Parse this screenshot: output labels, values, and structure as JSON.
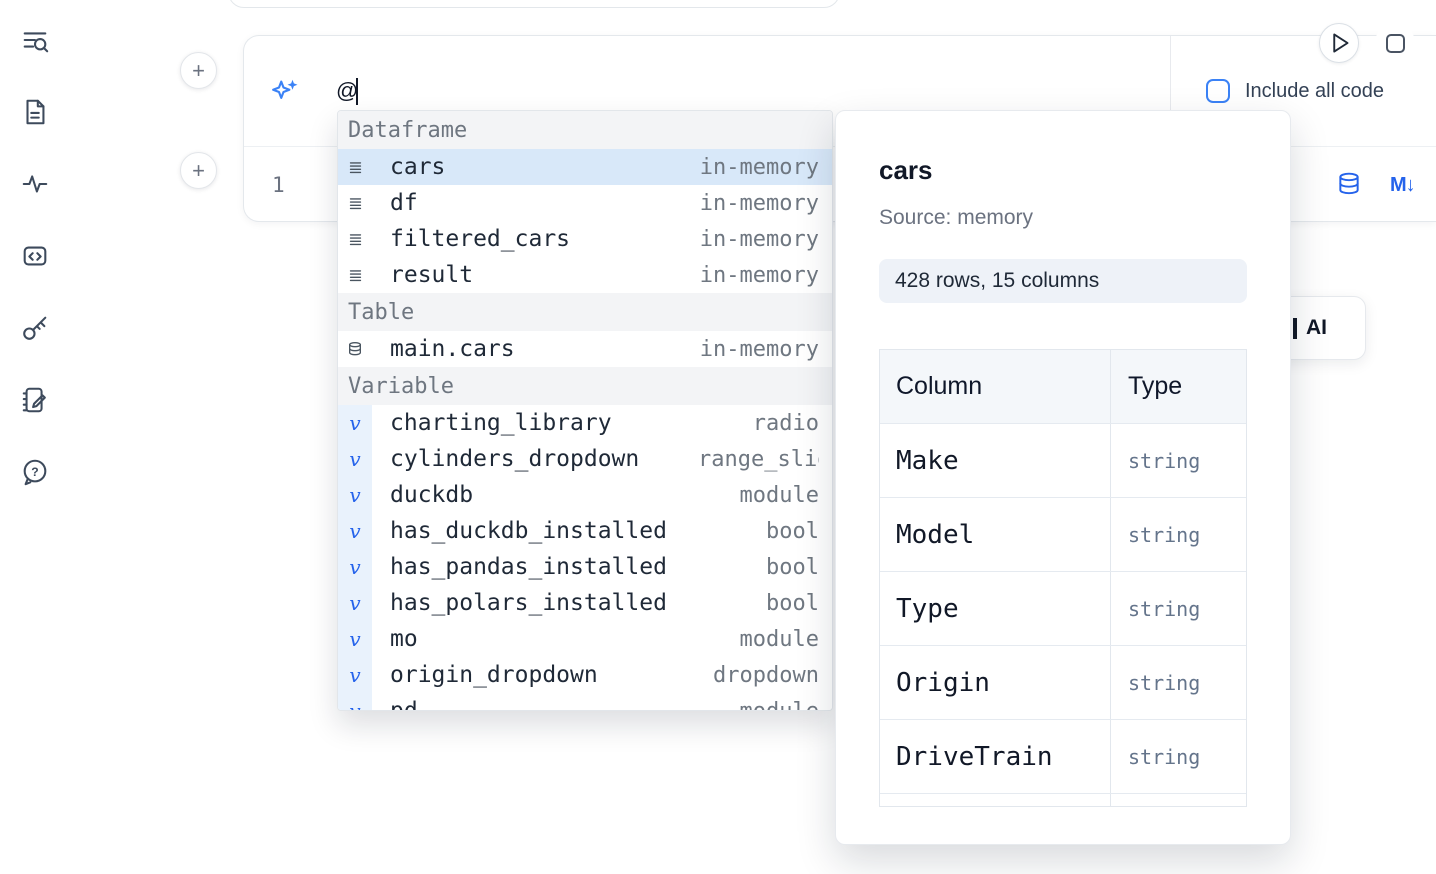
{
  "nav": {
    "icons": [
      "list-search-icon",
      "document-icon",
      "activity-icon",
      "code-snippet-icon",
      "key-icon",
      "notebook-icon",
      "help-icon"
    ]
  },
  "toolbar": {
    "play_icon": "play-icon",
    "stop_icon": "stop-icon"
  },
  "add_button_label": "+",
  "prompt_cell": {
    "sparkles_icon": "sparkles-icon",
    "input_value": "@",
    "include_all_code_label": "Include all code",
    "checkbox_checked": false,
    "accent_color": "#3b82f6"
  },
  "code_cell": {
    "line_number": "1",
    "database_icon": "database-icon",
    "markdown_icon_text": "M↓",
    "icon_color": "#2563eb"
  },
  "completion": {
    "sections": [
      {
        "label": "Dataframe",
        "items": [
          {
            "icon": "dataframe-icon",
            "name": "cars",
            "type": "in-memory",
            "selected": true
          },
          {
            "icon": "dataframe-icon",
            "name": "df",
            "type": "in-memory"
          },
          {
            "icon": "dataframe-icon",
            "name": "filtered_cars",
            "type": "in-memory"
          },
          {
            "icon": "dataframe-icon",
            "name": "result",
            "type": "in-memory"
          }
        ]
      },
      {
        "label": "Table",
        "items": [
          {
            "icon": "database-icon",
            "name": "main.cars",
            "type": "in-memory"
          }
        ]
      },
      {
        "label": "Variable",
        "items": [
          {
            "icon": "variable-icon",
            "name": "charting_library",
            "type": "radio"
          },
          {
            "icon": "variable-icon",
            "name": "cylinders_dropdown",
            "type": "range_slider"
          },
          {
            "icon": "variable-icon",
            "name": "duckdb",
            "type": "module"
          },
          {
            "icon": "variable-icon",
            "name": "has_duckdb_installed",
            "type": "bool"
          },
          {
            "icon": "variable-icon",
            "name": "has_pandas_installed",
            "type": "bool"
          },
          {
            "icon": "variable-icon",
            "name": "has_polars_installed",
            "type": "bool"
          },
          {
            "icon": "variable-icon",
            "name": "mo",
            "type": "module"
          },
          {
            "icon": "variable-icon",
            "name": "origin_dropdown",
            "type": "dropdown"
          },
          {
            "icon": "variable-icon",
            "name": "pd",
            "type": "module"
          }
        ]
      }
    ],
    "selection_color": "#d8e8f9"
  },
  "preview_panel": {
    "title": "cars",
    "source": "Source: memory",
    "shape_badge": "428 rows, 15 columns",
    "table": {
      "col_header": "Column",
      "type_header": "Type",
      "rows": [
        {
          "column": "Make",
          "type": "string"
        },
        {
          "column": "Model",
          "type": "string"
        },
        {
          "column": "Type",
          "type": "string"
        },
        {
          "column": "Origin",
          "type": "string"
        },
        {
          "column": "DriveTrain",
          "type": "string"
        }
      ]
    }
  },
  "background_button": {
    "label": "AI"
  }
}
